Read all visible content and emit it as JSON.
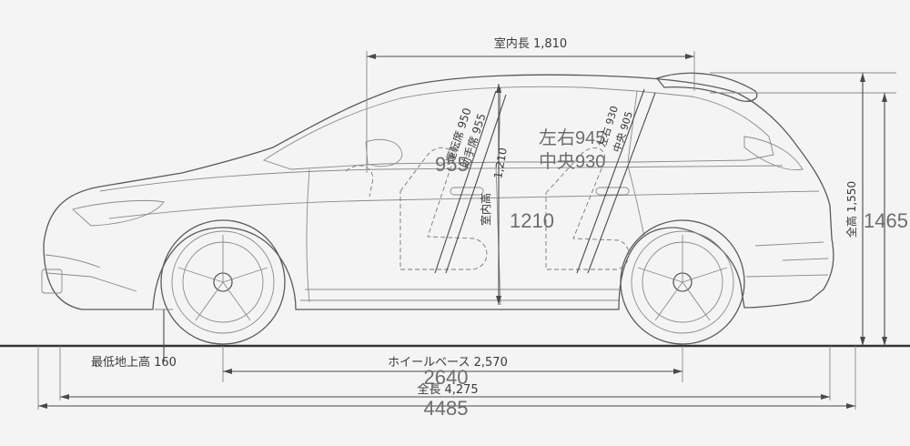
{
  "dimensions": {
    "interior_length": "室内長 1,810",
    "overall_height_label": "全高 1,550",
    "overall_height_big": "1465",
    "ground_clearance": "最低地上高 160",
    "wheelbase_label": "ホイールベース 2,570",
    "wheelbase_big": "2640",
    "overall_length_label": "全長 4,275",
    "overall_length_big": "4485",
    "interior_height_label": "室内高",
    "interior_height_value": "1,210",
    "interior_height_big": "1210",
    "front_seat_label": "運転席 950",
    "front_passenger_label": "助手席 955",
    "front_big": "955",
    "rear_left_right": "左右945",
    "rear_center": "中央930",
    "rear_left_right_small": "左右 930",
    "rear_center_small": "中央 905"
  }
}
